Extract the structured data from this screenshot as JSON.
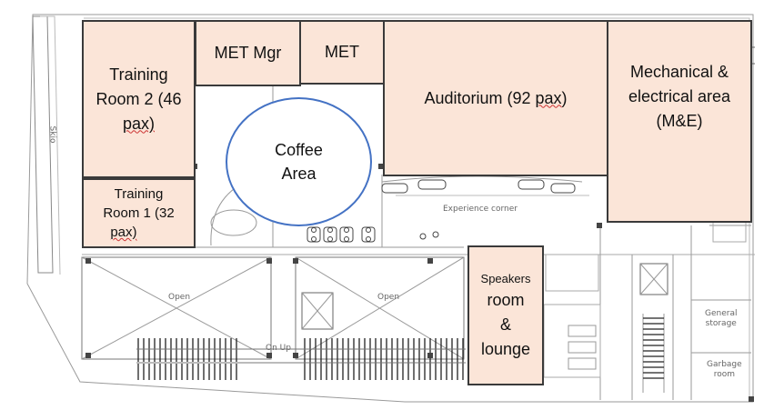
{
  "rooms": {
    "training_room_2": {
      "line1": "Training",
      "line2": "Room 2 (46",
      "line3": "pax)"
    },
    "met_mgr": "MET Mgr",
    "met": "MET",
    "auditorium": {
      "line1": "Auditorium (92 ",
      "line2": "pax",
      "line3": ")"
    },
    "mechanical": {
      "line1": "Mechanical &",
      "line2": "electrical area",
      "line3": "(M&E)"
    },
    "coffee": {
      "line1": "Coffee",
      "line2": "Area"
    },
    "training_room_1": {
      "line1": "Training",
      "line2": "Room 1 (32",
      "line3": "pax)"
    },
    "speakers": {
      "line1": "Speakers",
      "line2": "room",
      "line3": "&",
      "line4": "lounge"
    }
  },
  "plan_labels": {
    "skio": "Skio",
    "experience_corner": "Experience corner",
    "open_left": "Open",
    "open_right": "Open",
    "on_up": "On Up",
    "general_storage_1": "General",
    "general_storage_2": "storage",
    "garbage_room_1": "Garbage",
    "garbage_room_2": "room"
  },
  "colors": {
    "room_fill": "#fbe5d8",
    "room_border": "#3a3a3a",
    "coffee_outline": "#4472c4"
  }
}
